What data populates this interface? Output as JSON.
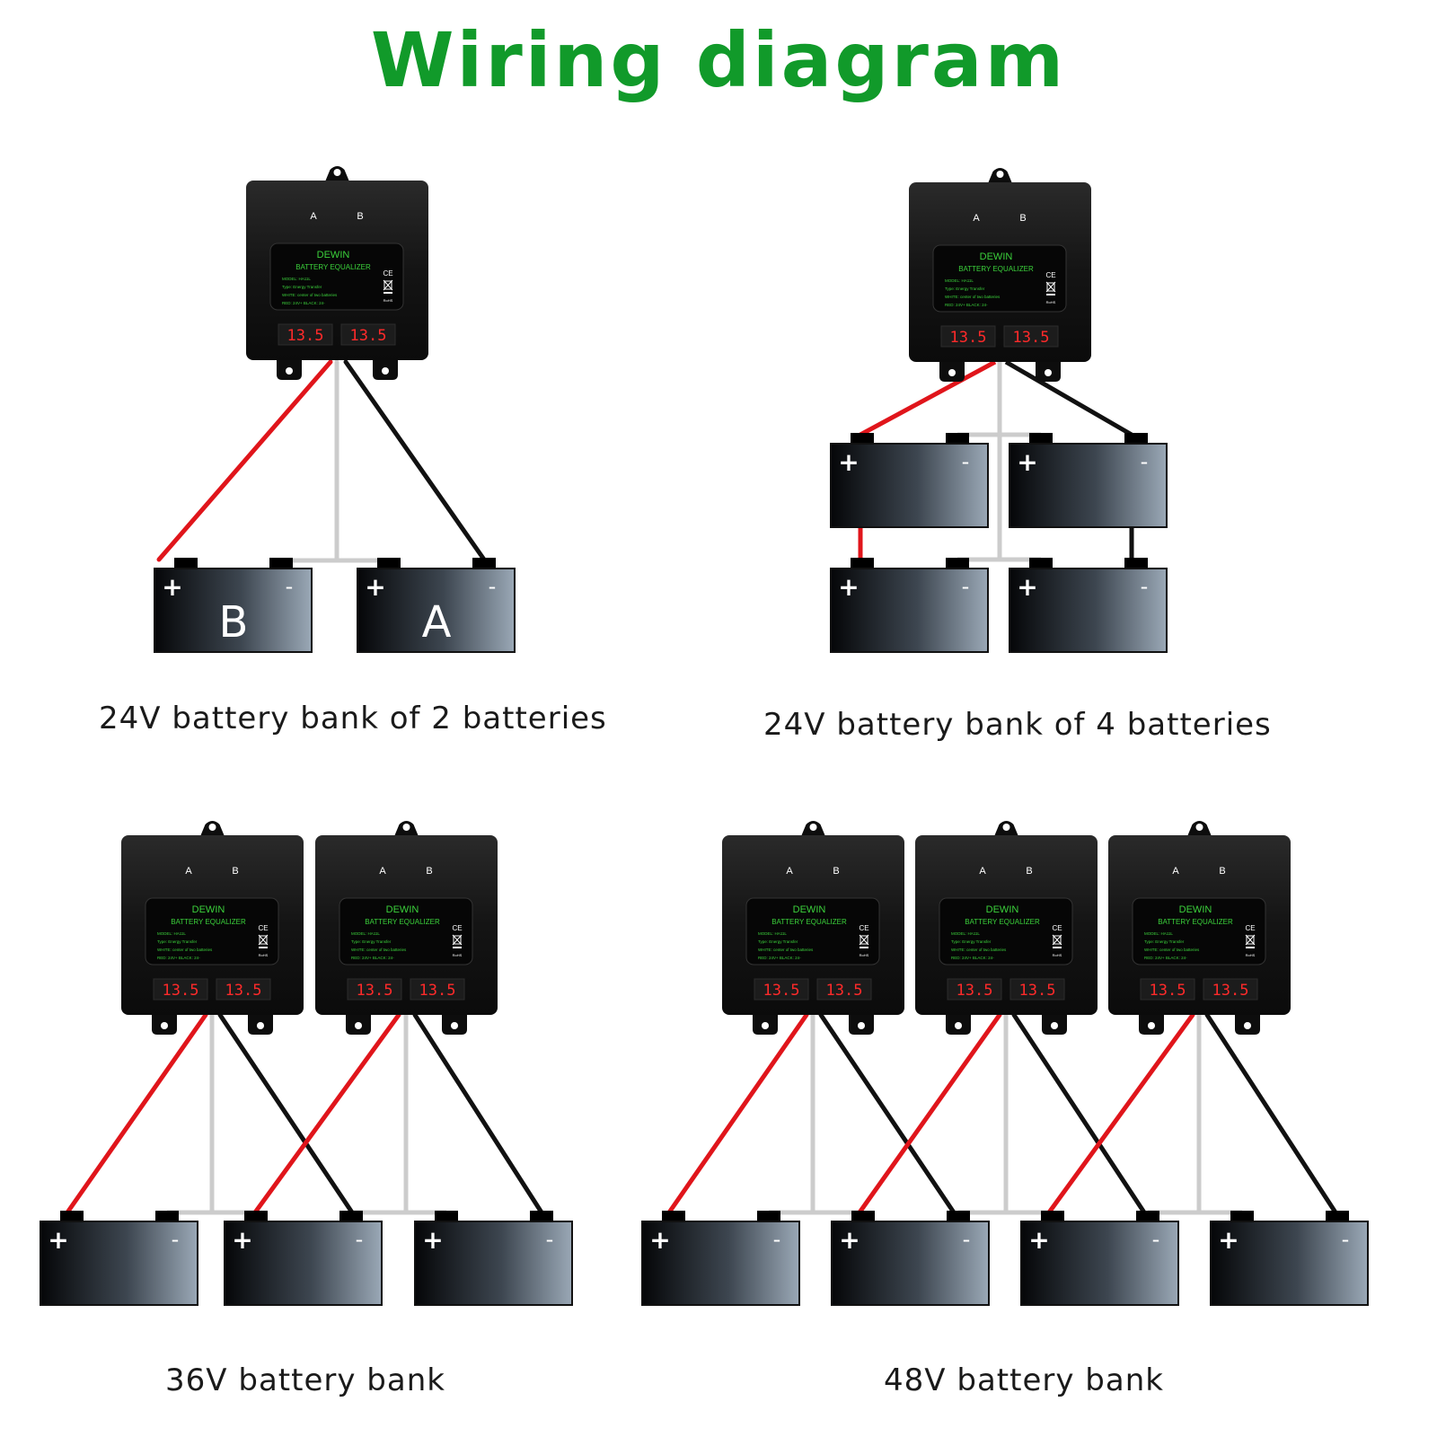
{
  "title": "Wiring diagram",
  "captions": {
    "bank1": "24V battery bank of 2 batteries",
    "bank2": "24V battery bank of 4 batteries",
    "bank3": "36V battery bank",
    "bank4": "48V battery bank"
  },
  "equalizer": {
    "terminal_a": "A",
    "terminal_b": "B",
    "brand": "DEWIN",
    "product": "BATTERY EQUALIZER",
    "spec_lines": [
      "MODEL: HA11L",
      "Type: Energy Transfer",
      "WHITE: center of two batteries",
      "RED: 24V+   BLACK: 24-"
    ],
    "marks": [
      "CE",
      "RoHS"
    ],
    "display_left": "13.5",
    "display_right": "13.5"
  },
  "battery": {
    "plus": "+",
    "minus": "-"
  },
  "bank1_labels": [
    "B",
    "A"
  ],
  "colors": {
    "title_green": "#119a2a",
    "red_wire": "#e0151b",
    "black_wire": "#111111",
    "white_wire": "#cccccc",
    "display_red": "#ff2a2a",
    "label_green": "#3bd13b"
  }
}
